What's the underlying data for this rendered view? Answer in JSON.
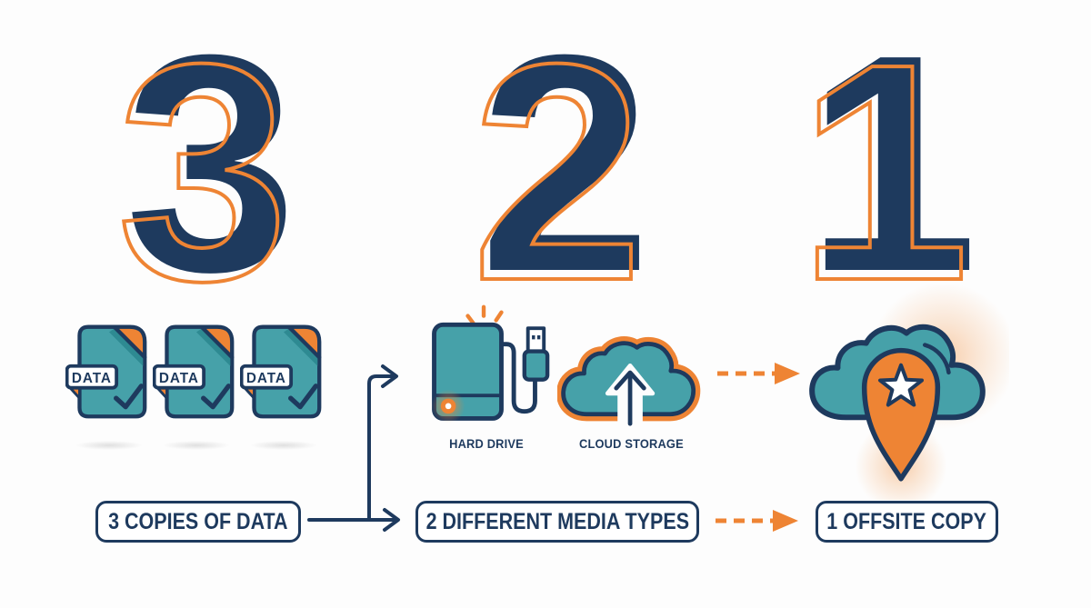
{
  "colors": {
    "navy": "#1e3a5e",
    "teal": "#46a1a9",
    "tealdark": "#2e8a92",
    "orange": "#ee8434",
    "glow": "#f3a869",
    "background": "#fdfdfd"
  },
  "icons": [
    {
      "name": "data-file-icon",
      "glyph": "teal document with orange folded corner, DATA tag and checkmark"
    },
    {
      "name": "hard-drive-icon",
      "glyph": "teal external drive with LED, sparks and USB cable plug"
    },
    {
      "name": "cloud-upload-icon",
      "glyph": "teal cloud with orange outline and upward arrow"
    },
    {
      "name": "offsite-cloud-icon",
      "glyph": "teal cloud with orange location pin and white star"
    }
  ],
  "sections": {
    "copies": {
      "big_number": "3",
      "file_label": "DATA",
      "caption": "3 COPIES OF DATA"
    },
    "media": {
      "big_number": "2",
      "hard_drive_label": "HARD DRIVE",
      "cloud_label": "CLOUD STORAGE",
      "caption": "2 DIFFERENT MEDIA TYPES"
    },
    "offsite": {
      "big_number": "1",
      "caption": "1 OFFSITE COPY"
    }
  }
}
